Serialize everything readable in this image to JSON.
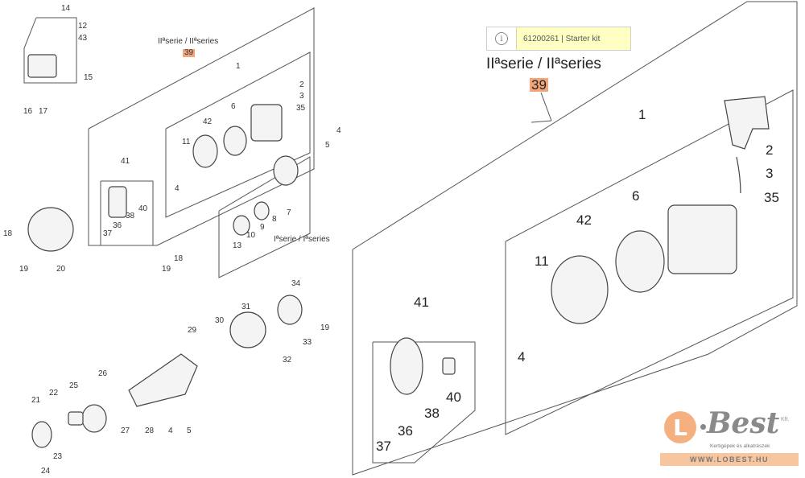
{
  "tooltip": {
    "icon": "info-icon",
    "text": "61200261 | Starter kit"
  },
  "series_labels": {
    "second_small": "IIªserie / IIªseries",
    "first_small": "Iªserie /  Iªseries",
    "second_large": "IIªserie / IIªseries"
  },
  "highlight_part": "39",
  "left_parts": [
    "14",
    "12",
    "43",
    "15",
    "16",
    "17",
    "39",
    "1",
    "2",
    "3",
    "35",
    "42",
    "6",
    "11",
    "4",
    "5",
    "4",
    "41",
    "40",
    "38",
    "37",
    "36",
    "7",
    "8",
    "9",
    "10",
    "13",
    "18",
    "19",
    "20",
    "19",
    "18",
    "34",
    "31",
    "30",
    "29",
    "19",
    "33",
    "32",
    "26",
    "25",
    "22",
    "21",
    "23",
    "24",
    "27",
    "28",
    "4",
    "5"
  ],
  "right_parts": [
    "1",
    "2",
    "3",
    "35",
    "6",
    "42",
    "11",
    "4",
    "41",
    "40",
    "38",
    "36",
    "37"
  ],
  "logo": {
    "brand": "Best",
    "letter": "L",
    "suffix": "Kft.",
    "tagline": "Kertigépek és alkatrészek",
    "url": "WWW.LOBEST.HU"
  }
}
